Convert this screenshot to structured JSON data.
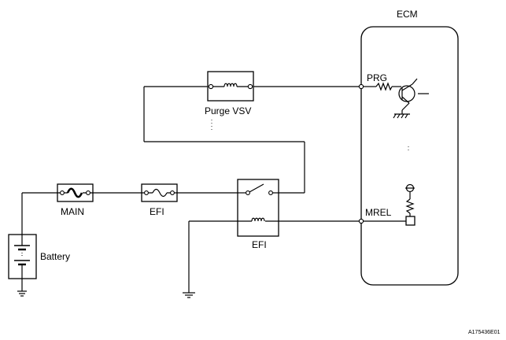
{
  "labels": {
    "ecm": "ECM",
    "prg": "PRG",
    "mrel": "MREL",
    "purge_vsv": "Purge VSV",
    "main_fuse": "MAIN",
    "efi_fuse": "EFI",
    "efi_relay": "EFI",
    "battery": "Battery",
    "figure_code": "A175436E01"
  }
}
